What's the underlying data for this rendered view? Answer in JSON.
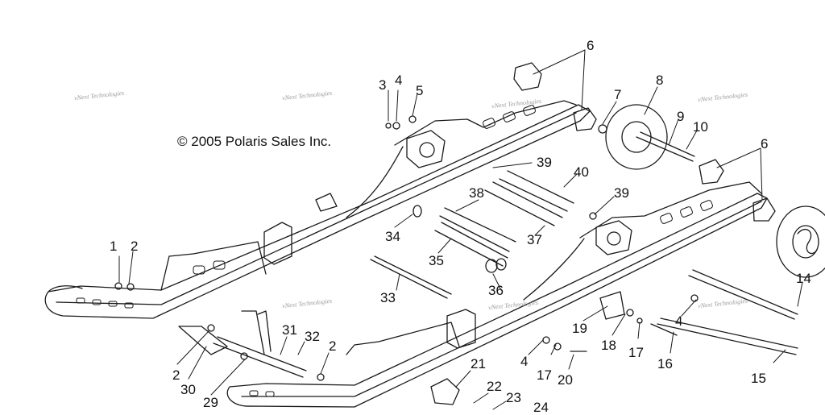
{
  "copyright": "© 2005 Polaris Sales Inc.",
  "watermark": "vNext Technologies",
  "callouts": [
    "1",
    "2",
    "2",
    "2",
    "3",
    "4",
    "4",
    "4",
    "5",
    "6",
    "6",
    "7",
    "8",
    "9",
    "10",
    "14",
    "15",
    "16",
    "17",
    "17",
    "18",
    "19",
    "20",
    "21",
    "22",
    "23",
    "24",
    "29",
    "30",
    "31",
    "32",
    "33",
    "34",
    "35",
    "36",
    "37",
    "38",
    "39",
    "39",
    "40"
  ],
  "colors": {
    "line": "#1a1a1a",
    "watermark": "#9a9a9a",
    "background": "#ffffff"
  }
}
